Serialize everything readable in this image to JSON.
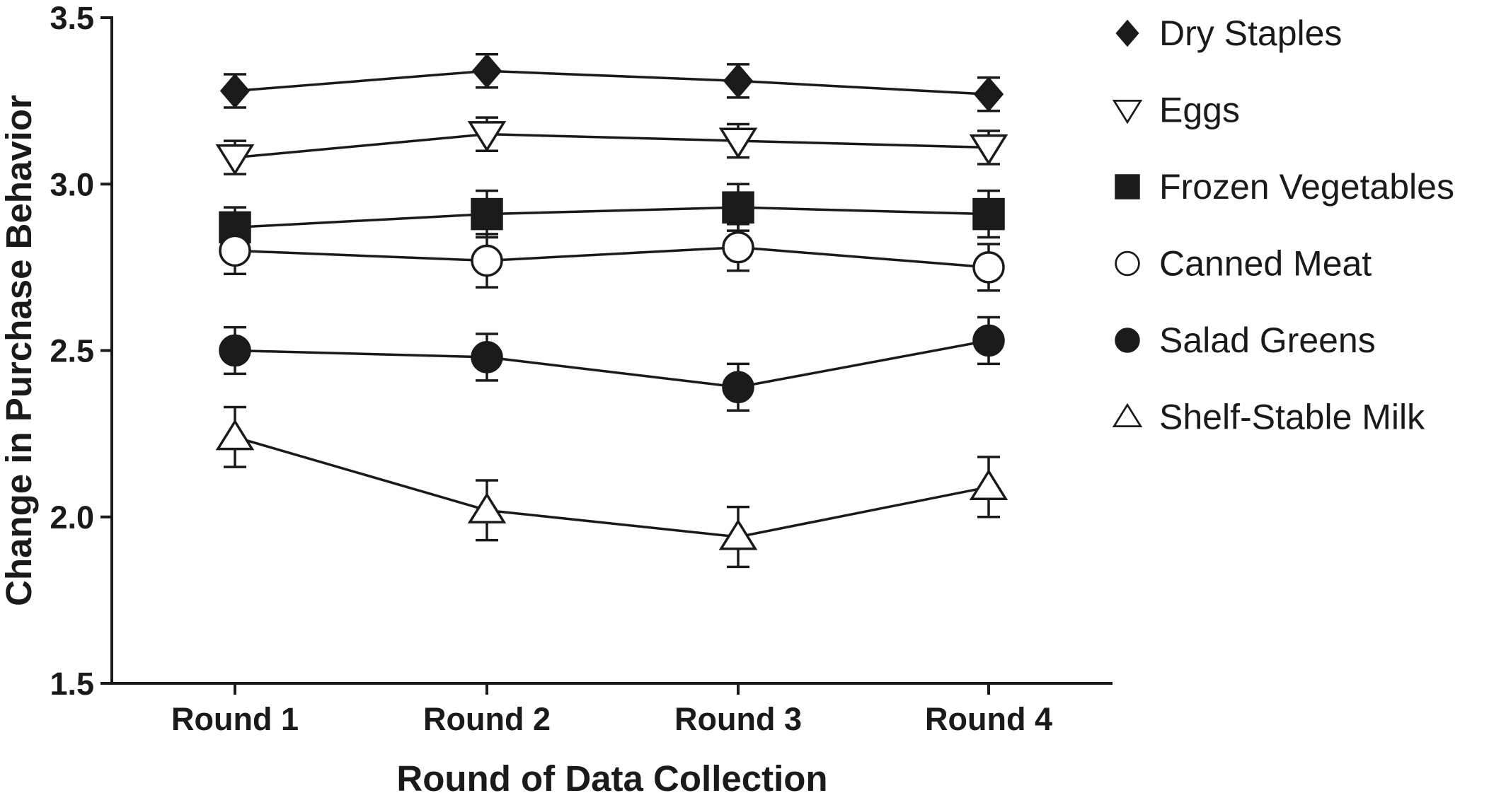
{
  "chart_data": {
    "type": "line",
    "categories": [
      "Round 1",
      "Round 2",
      "Round 3",
      "Round 4"
    ],
    "xlabel": "Round of Data Collection",
    "ylabel": "Change in Purchase Behavior",
    "ylim": [
      1.5,
      3.5
    ],
    "yticks": [
      "1.5",
      "2.0",
      "2.5",
      "3.0",
      "3.5"
    ],
    "grid": false,
    "legend_position": "right",
    "series": [
      {
        "name": "Dry Staples",
        "marker": "diamond-filled",
        "values": [
          3.28,
          3.34,
          3.31,
          3.27
        ],
        "errors": [
          0.05,
          0.05,
          0.05,
          0.05
        ]
      },
      {
        "name": "Eggs",
        "marker": "triangle-down-open",
        "values": [
          3.08,
          3.15,
          3.13,
          3.11
        ],
        "errors": [
          0.05,
          0.05,
          0.05,
          0.05
        ]
      },
      {
        "name": "Frozen Vegetables",
        "marker": "square-filled",
        "values": [
          2.87,
          2.91,
          2.93,
          2.91
        ],
        "errors": [
          0.06,
          0.07,
          0.07,
          0.07
        ]
      },
      {
        "name": "Canned Meat",
        "marker": "circle-open",
        "values": [
          2.8,
          2.77,
          2.81,
          2.75
        ],
        "errors": [
          0.07,
          0.08,
          0.07,
          0.07
        ]
      },
      {
        "name": "Salad Greens",
        "marker": "circle-filled",
        "values": [
          2.5,
          2.48,
          2.39,
          2.53
        ],
        "errors": [
          0.07,
          0.07,
          0.07,
          0.07
        ]
      },
      {
        "name": "Shelf-Stable Milk",
        "marker": "triangle-up-open",
        "values": [
          2.24,
          2.02,
          1.94,
          2.09
        ],
        "errors": [
          0.09,
          0.09,
          0.09,
          0.09
        ]
      }
    ]
  }
}
